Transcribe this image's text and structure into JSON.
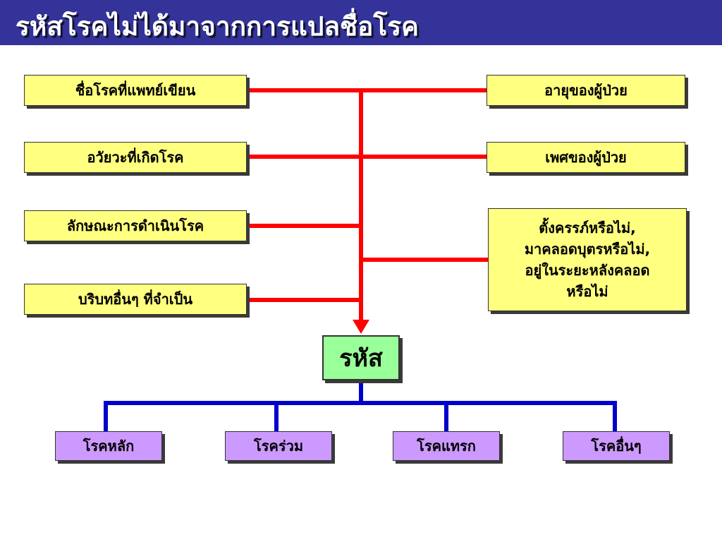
{
  "title": "รหัสโรคไม่ได้มาจากการแปลชื่อโรค",
  "colors": {
    "title_bg": "#333399",
    "input_box": "#ffff80",
    "code_box": "#99ff99",
    "category_box": "#cc99ff",
    "red_connector": "#ff0000",
    "blue_connector": "#0000cc"
  },
  "left_inputs": [
    "ชื่อโรคที่แพทย์เขียน",
    "อวัยวะที่เกิดโรค",
    "ลักษณะการดำเนินโรค",
    "บริบทอื่นๆ ที่จำเป็น"
  ],
  "right_inputs": [
    "อายุของผู้ป่วย",
    "เพศของผู้ป่วย",
    "ตั้งครรภ์หรือไม่,\nมาคลอดบุตรหรือไม่,\nอยู่ในระยะหลังคลอด\nหรือไม่"
  ],
  "center": "รหัส",
  "categories": [
    "โรคหลัก",
    "โรคร่วม",
    "โรคแทรก",
    "โรคอื่นๆ"
  ]
}
